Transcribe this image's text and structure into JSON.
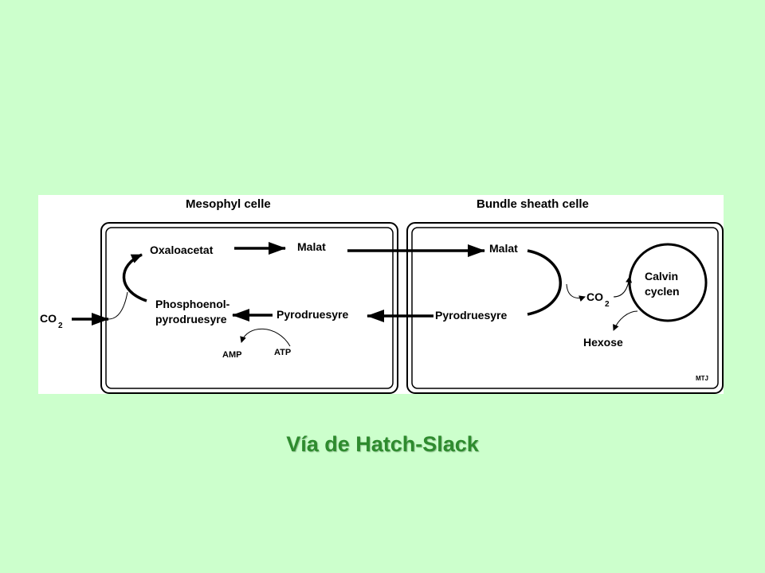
{
  "diagram": {
    "mesophyll_label": "Mesophyl celle",
    "bundle_sheath_label": "Bundle sheath celle",
    "co2_in": {
      "base": "CO",
      "sub": "2"
    },
    "oxaloacetate": "Oxaloacetat",
    "malate_mesophyll": "Malat",
    "pep_line1": "Phosphoenol-",
    "pep_line2": "pyrodruesyre",
    "pyruvate_mesophyll": "Pyrodruesyre",
    "amp": "AMP",
    "atp": "ATP",
    "malate_bundle": "Malat",
    "co2_bundle": {
      "base": "CO",
      "sub": "2"
    },
    "calvin_line1": "Calvin",
    "calvin_line2": "cyclen",
    "pyruvate_bundle": "Pyrodruesyre",
    "hexose": "Hexose",
    "signature": "MTJ"
  },
  "caption": "Vía de Hatch-Slack",
  "colors": {
    "background": "#ccffcc",
    "caption": "#2e8b2e",
    "diagram_bg": "#ffffff"
  }
}
